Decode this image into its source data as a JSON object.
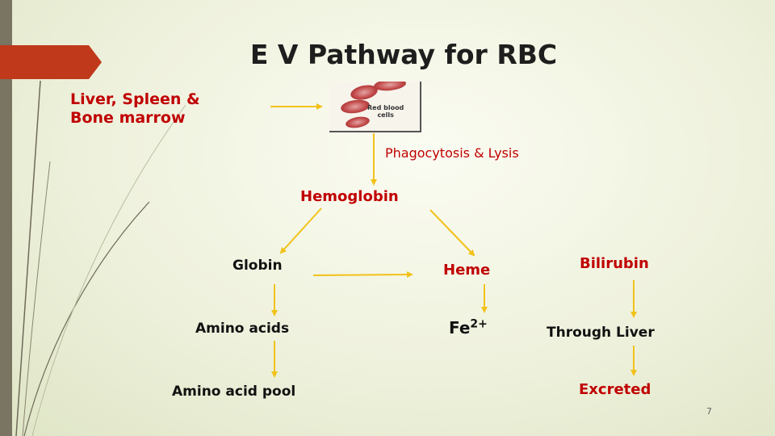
{
  "slide": {
    "title": "E V Pathway for RBC",
    "page_number": "7",
    "colors": {
      "accent": "#c0391b",
      "node_red": "#c00000",
      "arrow": "#f2c21a",
      "background": "#eef1dc"
    }
  },
  "diagram": {
    "source": {
      "line1": "Liver, Spleen &",
      "line2": "Bone marrow"
    },
    "image": {
      "icon": "red-blood-cells-image",
      "label_line1": "Red blood",
      "label_line2": "cells"
    },
    "process": "Phagocytosis & Lysis",
    "hemoglobin": "Hemoglobin",
    "globin": "Globin",
    "heme": "Heme",
    "bilirubin": "Bilirubin",
    "amino_acids": "Amino acids",
    "fe": {
      "base": "Fe",
      "sup": "2+"
    },
    "through_liver": "Through Liver",
    "amino_acid_pool": "Amino acid pool",
    "excreted": "Excreted"
  }
}
